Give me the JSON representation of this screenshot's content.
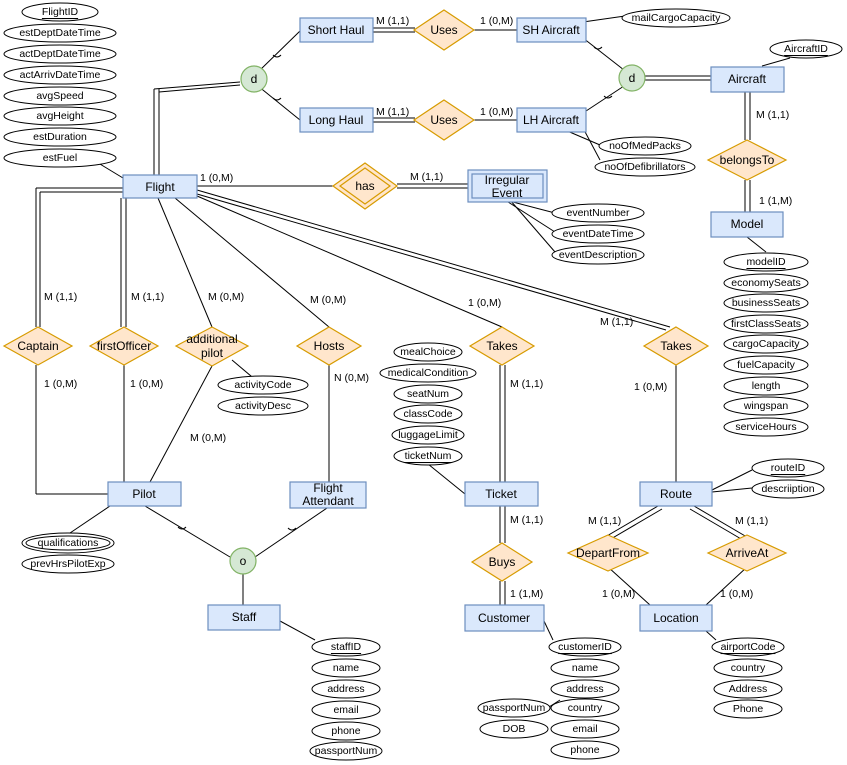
{
  "entities": {
    "flight": "Flight",
    "short_haul": "Short Haul",
    "long_haul": "Long Haul",
    "sh_aircraft": "SH Aircraft",
    "lh_aircraft": "LH Aircraft",
    "aircraft": "Aircraft",
    "irregular_event_line1": "Irregular",
    "irregular_event_line2": "Event",
    "model": "Model",
    "pilot": "Pilot",
    "flight_attendant_line1": "Flight",
    "flight_attendant_line2": "Attendant",
    "staff": "Staff",
    "ticket": "Ticket",
    "customer": "Customer",
    "route": "Route",
    "location": "Location"
  },
  "relationships": {
    "uses_sh": "Uses",
    "uses_lh": "Uses",
    "has": "has",
    "belongs_to": "belongsTo",
    "captain": "Captain",
    "first_officer": "firstOfficer",
    "additional_pilot_line1": "additional",
    "additional_pilot_line2": "pilot",
    "hosts": "Hosts",
    "takes_ticket": "Takes",
    "takes_route": "Takes",
    "buys": "Buys",
    "depart_from": "DepartFrom",
    "arrive_at": "ArriveAt"
  },
  "specializations": {
    "flight_d": "d",
    "aircraft_d": "d",
    "staff_o": "o"
  },
  "attributes": {
    "flight": [
      "FlightID",
      "estDeptDateTime",
      "actDeptDateTime",
      "actArrivDateTime",
      "avgSpeed",
      "avgHeight",
      "estDuration",
      "estFuel"
    ],
    "sh_aircraft": [
      "mailCargoCapacity"
    ],
    "aircraft": [
      "AircraftID"
    ],
    "lh_aircraft": [
      "noOfMedPacks",
      "noOfDefibrillators"
    ],
    "irregular_event": [
      "eventNumber",
      "eventDateTime",
      "eventDescription"
    ],
    "model": [
      "modelID",
      "economySeats",
      "businessSeats",
      "firstClassSeats",
      "cargoCapacity",
      "fuelCapacity",
      "length",
      "wingspan",
      "serviceHours"
    ],
    "additional_pilot": [
      "activityCode",
      "activityDesc"
    ],
    "ticket": [
      "mealChoice",
      "medicalCondition",
      "seatNum",
      "classCode",
      "luggageLimit",
      "ticketNum"
    ],
    "route": [
      "routeID",
      "descriiption"
    ],
    "pilot": [
      "qualifications",
      "prevHrsPilotExp"
    ],
    "staff": [
      "staffID",
      "name",
      "address",
      "email",
      "phone",
      "passportNum"
    ],
    "customer": [
      "customerID",
      "name",
      "address",
      "country",
      "email",
      "phone"
    ],
    "customer_extra": [
      "passportNum",
      "DOB"
    ],
    "location": [
      "airportCode",
      "country",
      "Address",
      "Phone"
    ]
  },
  "cardinalities": {
    "short_haul_uses": "M (1,1)",
    "uses_sh_aircraft": "1 (0,M)",
    "long_haul_uses": "M (1,1)",
    "uses_lh_aircraft": "1 (0,M)",
    "flight_has": "1 (0,M)",
    "has_event": "M (1,1)",
    "aircraft_belongs": "M (1,1)",
    "belongs_model": "1 (1,M)",
    "flight_captain": "M (1,1)",
    "captain_pilot": "1 (0,M)",
    "flight_first_officer": "M (1,1)",
    "first_officer_pilot": "1 (0,M)",
    "flight_additional": "M (0,M)",
    "additional_pilot": "M (0,M)",
    "flight_hosts": "M (0,M)",
    "hosts_attendant": "N (0,M)",
    "flight_takes_ticket": "1 (0,M)",
    "takes_ticket": "M (1,1)",
    "flight_takes_route": "M (1,1)",
    "takes_route": "1 (0,M)",
    "ticket_buys": "M (1,1)",
    "buys_customer": "1 (1,M)",
    "route_depart": "M (1,1)",
    "route_arrive": "M (1,1)",
    "depart_location": "1 (0,M)",
    "arrive_location": "1 (0,M)"
  },
  "colors": {
    "entity_fill": "#dae8fc",
    "entity_stroke": "#6c8ebf",
    "relationship_fill": "#ffe6cc",
    "relationship_stroke": "#d79b00",
    "specialization_fill": "#d5e8d4",
    "specialization_stroke": "#82b366"
  }
}
